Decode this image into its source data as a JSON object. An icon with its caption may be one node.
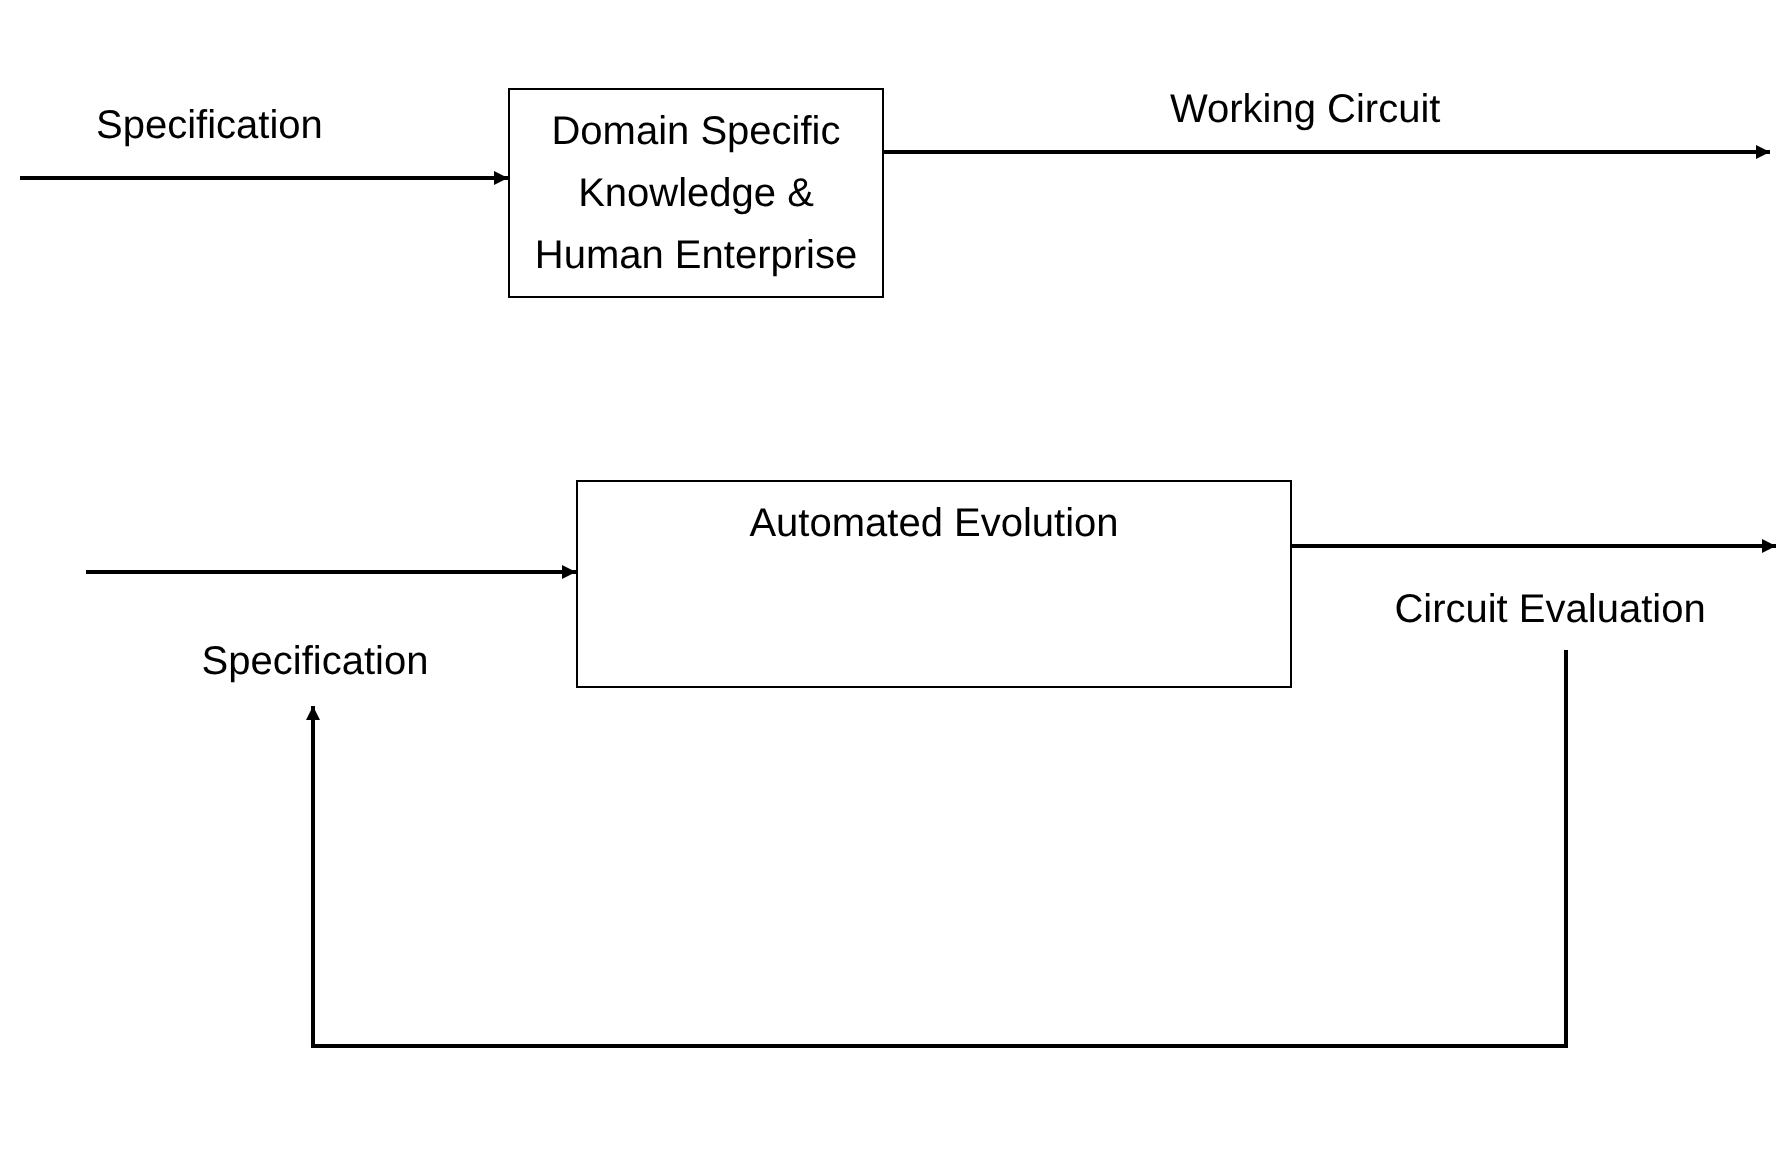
{
  "diagram": {
    "nodes": [
      {
        "text": [
          "Domain Specific Knowledge & Human Enterprise"
        ]
      },
      {
        "text": [
          "Automated Evolution"
        ]
      },
      {
        "text": [
          "Specification"
        ]
      },
      {
        "text": [
          "Circuit Evaluation"
        ]
      }
    ],
    "edges": [
      {
        "from": null,
        "to": 0,
        "arrow": "to",
        "label": "Specification"
      },
      {
        "from": 0,
        "to": null,
        "arrow": "to",
        "label": "Working Circuit"
      },
      {
        "from": null,
        "to": 1,
        "arrow": "to"
      },
      {
        "from": 1,
        "to": null,
        "arrow": "to"
      },
      {
        "from": 3,
        "to": 2,
        "arrow": "to"
      }
    ]
  }
}
